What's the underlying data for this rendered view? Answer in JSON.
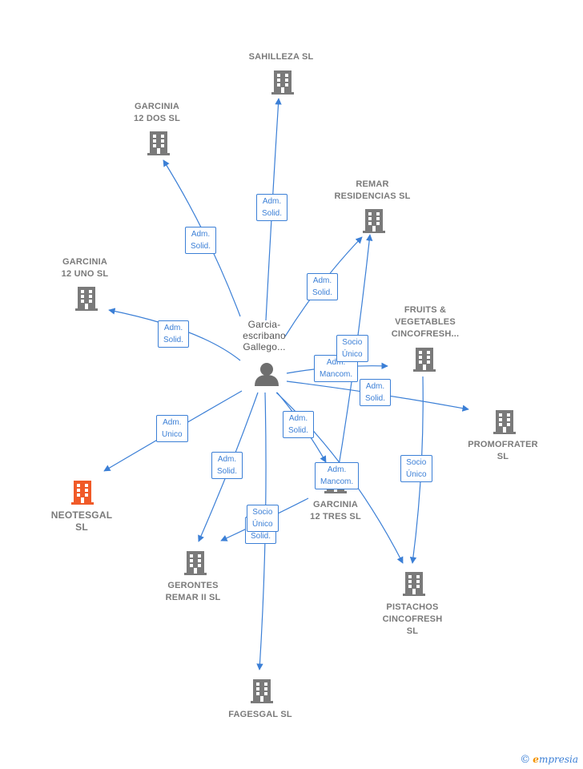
{
  "colors": {
    "edge": "#3b7fd6",
    "building": "#7a7a7a",
    "focus": "#f05a28",
    "person": "#6e6e6e"
  },
  "person": {
    "name_lines": [
      "Garcia-",
      "escribano",
      "Gallego..."
    ],
    "icon": "person-icon"
  },
  "companies": [
    {
      "key": "sahilleza",
      "label_lines": [
        "SAHILLEZA SL"
      ]
    },
    {
      "key": "garcinia_dos",
      "label_lines": [
        "GARCINIA",
        "12 DOS  SL"
      ]
    },
    {
      "key": "remar_residencias",
      "label_lines": [
        "REMAR",
        "RESIDENCIAS SL"
      ]
    },
    {
      "key": "garcinia_uno",
      "label_lines": [
        "GARCINIA",
        "12 UNO  SL"
      ]
    },
    {
      "key": "fruits",
      "label_lines": [
        "FRUITS &",
        "VEGETABLES",
        "CINCOFRESH..."
      ]
    },
    {
      "key": "promofrater",
      "label_lines": [
        "PROMOFRATER",
        "SL"
      ]
    },
    {
      "key": "neotesgal",
      "label_lines": [
        "NEOTESGAL",
        "SL"
      ],
      "focus": true
    },
    {
      "key": "garcinia_tres",
      "label_lines": [
        "GARCINIA",
        "12 TRES  SL"
      ]
    },
    {
      "key": "gerontes",
      "label_lines": [
        "GERONTES",
        "REMAR II SL"
      ]
    },
    {
      "key": "pistachos",
      "label_lines": [
        "PISTACHOS",
        "CINCOFRESH",
        "SL"
      ]
    },
    {
      "key": "fagesgal",
      "label_lines": [
        "FAGESGAL SL"
      ]
    }
  ],
  "relations": [
    {
      "key": "r_sahilleza",
      "label": "Adm.\nSolid."
    },
    {
      "key": "r_garcinia_dos",
      "label": "Adm.\nSolid."
    },
    {
      "key": "r_remar",
      "label": "Adm.\nSolid."
    },
    {
      "key": "r_garcinia_uno",
      "label": "Adm.\nSolid."
    },
    {
      "key": "r_tres_remar",
      "label": "Socio\nÚnico"
    },
    {
      "key": "r_fruits",
      "label": "Adm.\nMancom."
    },
    {
      "key": "r_promofrater",
      "label": "Adm.\nSolid."
    },
    {
      "key": "r_neotesgal",
      "label": "Adm.\nUnico"
    },
    {
      "key": "r_tres",
      "label": "Adm.\nSolid."
    },
    {
      "key": "r_gerontes",
      "label": "Adm.\nSolid."
    },
    {
      "key": "r_fruits_pistachos",
      "label": "Socio\nÚnico"
    },
    {
      "key": "r_pistachos",
      "label": "Adm.\nMancom."
    },
    {
      "key": "r_fagesgal",
      "label": "Adm.\nSolid."
    },
    {
      "key": "r_tres_gerontes",
      "label": "Socio\nÚnico"
    }
  ],
  "brand": {
    "copyright": "©",
    "name_initial": "e",
    "name_rest": "mpresia"
  }
}
